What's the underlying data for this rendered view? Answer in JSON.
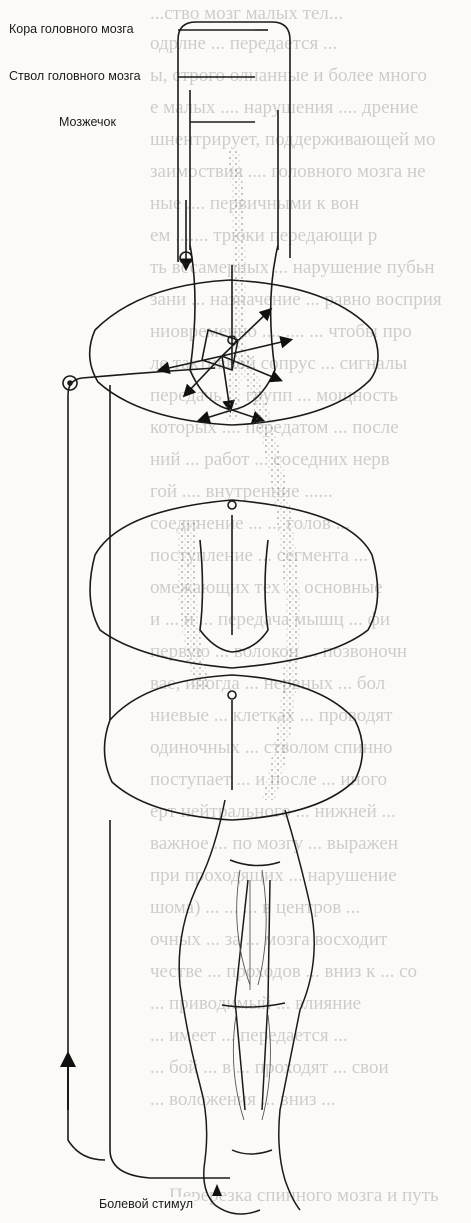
{
  "labels": {
    "cortex": "Кора головного мозга",
    "brainstem": "Ствол головного мозга",
    "cerebellum": "Мозжечок",
    "pain_stimulus": "Болевой стимул"
  },
  "background_text": {
    "top_line": "...ство мозг малых тел...",
    "lines": [
      "одрлне ... передается ...",
      "ы, строго олнанные и более много",
      "е малых .... нарушения .... дрение",
      "шнентрирует, поддерживающей мо",
      "заимоствия .... головного мозга не",
      "ные .... первичными к вон",
      "ем ....... трюки передающи р",
      "ть весамерных ... нарушение пубьн",
      "зани ... назначение ... равно восприя",
      "ниовременно .... .... ... чтобы про",
      "ле тактивной сопрус ... сигналы",
      "передачь ... групп ... мощность",
      "которых .... передатом ... после",
      "ний ... работ ... соседних нерв",
      "гой .... внутренние ......",
      "соединение ... ... голов ...",
      "поступление ... сегмента ...",
      "омежающих тех ... основные",
      "и ... и ... передача мышц ... фи",
      "первую ... волокон ... позвоночн",
      "вае, иногда ... нервных ... бол",
      "ниевые ... клетках ... проводят",
      "одиночных ... стволом спинно",
      "поступает ... и после ... иного",
      "ерт нейтрального ... нижней ...",
      "важное ... по мозгу ... выражен",
      "при проходящих ... нарушение",
      "шома) ... ... ... в центров ...",
      "очных ... за ... мозга восходит",
      "честве ... проходов ... вниз к ... со",
      "... приводимый ... влияние",
      "... имеет ... передается ...",
      "... бой ... в ... проходят ... свои",
      "... воложения ... вниз ...",
      "",
      "",
      "... Перерезка спинного мозга и путь"
    ]
  },
  "diagram": {
    "levels": [
      "Кора головного мозга",
      "Ствол головного мозга",
      "Мозжечок"
    ],
    "segments": 3,
    "stimulus": "Болевой стимул"
  }
}
